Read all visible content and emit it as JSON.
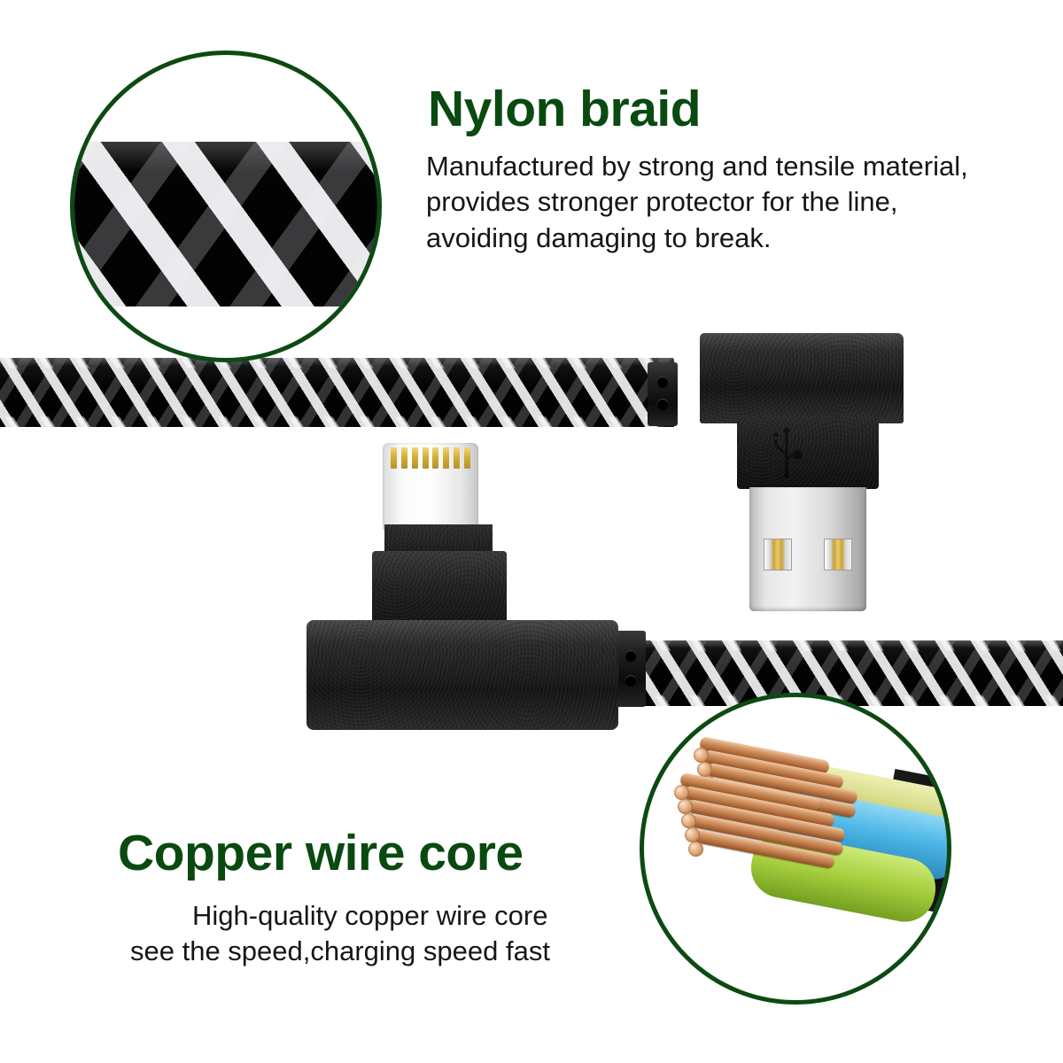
{
  "page": {
    "background_color": "#ffffff",
    "accent_green": "#0d4a12",
    "heading_color": "#0a4a10",
    "body_color": "#161616"
  },
  "features": [
    {
      "id": "nylon-braid",
      "heading": "Nylon braid",
      "body_lines": [
        "Manufactured by strong and tensile material,",
        "provides stronger protector for the line,",
        "avoiding damaging to break."
      ],
      "callout": {
        "name": "braid-closeup",
        "shape": "circle",
        "border_color": "#0d4a12",
        "subject": "black and silver nylon braided cable weave"
      }
    },
    {
      "id": "copper-wire-core",
      "heading": "Copper wire core",
      "body_lines": [
        "High-quality copper wire core",
        "see the speed,charging speed fast"
      ],
      "callout": {
        "name": "copper-core-closeup",
        "shape": "circle",
        "border_color": "#0d4a12",
        "subject": "stripped cable showing copper strands and colored insulated wires",
        "wire_colors": {
          "copper": "#c08a5e",
          "yellow": "#d8dc8a",
          "blue": "#4db8e8",
          "green": "#a8d040",
          "jacket": "#111111"
        }
      }
    }
  ],
  "product": {
    "name": "right-angle nylon braided charging cable",
    "cable": {
      "jacket_color": "#050505",
      "weave_highlight_color": "#ebebee",
      "style": "diagonal nylon braid"
    },
    "connectors": [
      {
        "name": "usb-a-connector",
        "type": "USB-A",
        "orientation": "right-angle",
        "logo": "usb-trident-icon",
        "housing_color": "#1b1b1b",
        "shell_color": "#e6e6e6",
        "contact_color": "#d4af37",
        "contact_count": 2
      },
      {
        "name": "lightning-connector",
        "type": "Lightning",
        "orientation": "right-angle",
        "housing_color": "#1b1b1b",
        "tip_color": "#f2f2f2",
        "pin_color": "#d4af37",
        "pin_count": 8
      }
    ],
    "strain_reliefs": [
      {
        "name": "strain-relief-usb",
        "hole_count": 2
      },
      {
        "name": "strain-relief-lightning",
        "hole_count": 2
      }
    ]
  }
}
